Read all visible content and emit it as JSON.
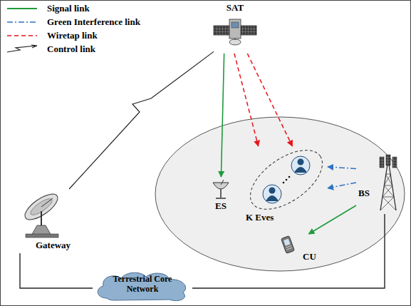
{
  "diagram": {
    "nodes": [
      {
        "text": [
          "SAT"
        ]
      },
      {
        "text": [
          "Gateway"
        ]
      },
      {
        "text": [
          "Terrestrial Core Network"
        ]
      },
      {
        "text": [
          "ES"
        ]
      },
      {
        "text": [
          "K Eves"
        ]
      },
      {
        "text": [
          "BS"
        ]
      },
      {
        "text": [
          "CU"
        ]
      }
    ],
    "edges": [
      {
        "from": 0,
        "to": 3,
        "arrow": "to"
      },
      {
        "from": 0,
        "to": 4,
        "arrow": "to"
      },
      {
        "from": 0,
        "to": 4,
        "arrow": "to"
      },
      {
        "from": 5,
        "to": 4,
        "arrow": "to"
      },
      {
        "from": 5,
        "to": 4,
        "arrow": "to"
      },
      {
        "from": 5,
        "to": 6,
        "arrow": "to"
      },
      {
        "from": 0,
        "to": 1,
        "arrow": "none"
      },
      {
        "from": 1,
        "to": 2,
        "arrow": "none"
      },
      {
        "from": 2,
        "to": 5,
        "arrow": "none"
      }
    ],
    "legend": [
      {
        "text": "Signal link"
      },
      {
        "text": "Green Interference link"
      },
      {
        "text": "Wiretap link"
      },
      {
        "text": "Control link"
      }
    ]
  }
}
